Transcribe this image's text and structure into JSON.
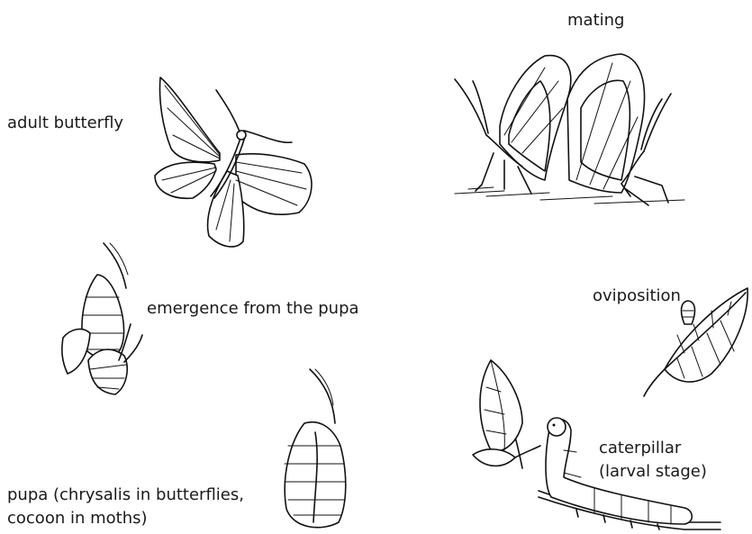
{
  "stages": {
    "mating": "mating",
    "adult": "adult butterfly",
    "emergence": "emergence from the pupa",
    "oviposition": "oviposition",
    "pupa": {
      "line1": "pupa (chrysalis in butterflies,",
      "line2": "cocoon in moths)"
    },
    "caterpillar": {
      "line1": "caterpillar",
      "line2": "(larval stage)"
    }
  },
  "icons": [
    "butterfly-icon",
    "mating-butterflies-icon",
    "emerging-butterfly-icon",
    "chrysalis-icon",
    "leaf-with-egg-icon",
    "caterpillar-on-twig-icon"
  ]
}
